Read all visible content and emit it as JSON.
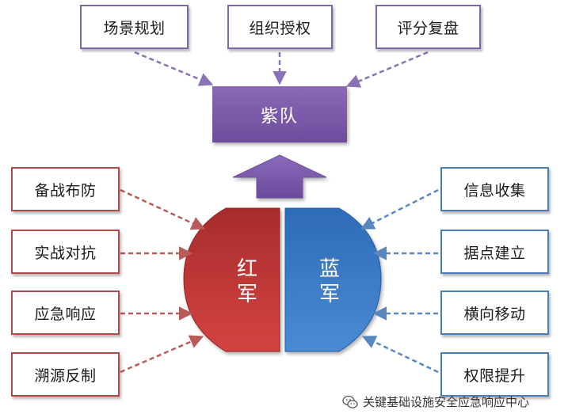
{
  "top_boxes": [
    "场景规划",
    "组织授权",
    "评分复盘"
  ],
  "purple_team": "紫队",
  "red_inputs": [
    "备战布防",
    "实战对抗",
    "应急响应",
    "溯源反制"
  ],
  "blue_inputs": [
    "信息收集",
    "据点建立",
    "横向移动",
    "权限提升"
  ],
  "red_team": "红\n军",
  "blue_team": "蓝\n军",
  "watermark": "关键基础设施安全应急响应中心",
  "colors": {
    "purple": "#7a5aa8",
    "red": "#c23a38",
    "blue": "#3d78c5",
    "purple_dashed": "#8b72b8",
    "red_dashed": "#b85c5a",
    "blue_dashed": "#5a87c0"
  }
}
